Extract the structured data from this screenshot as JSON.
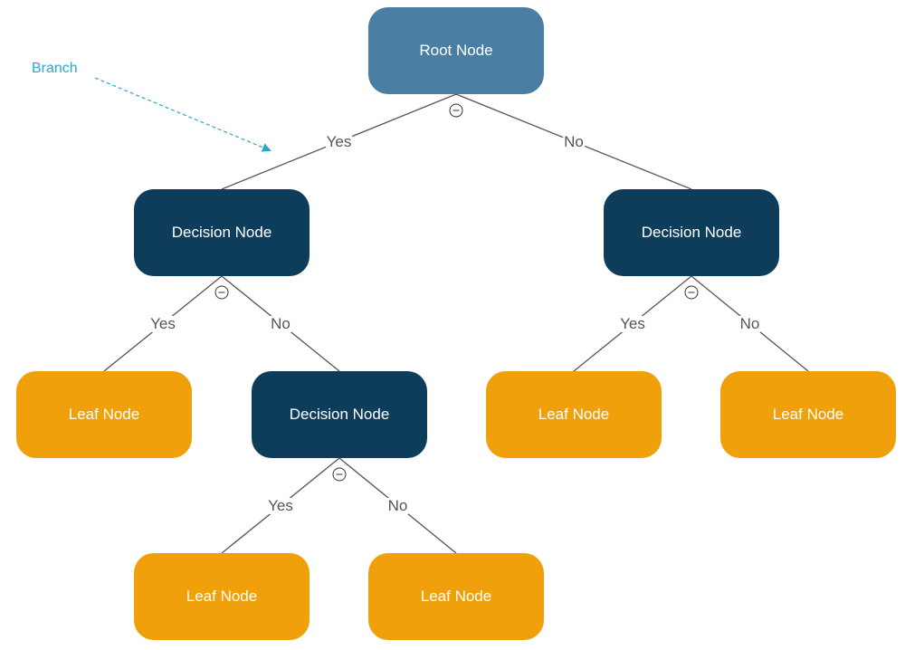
{
  "annotation": {
    "text": "Branch",
    "color": "#2aa8c9"
  },
  "colors": {
    "root": "#4a7fa3",
    "decision": "#0e3d5c",
    "leaf": "#f0a00b",
    "edge": "#555555",
    "node_text": "#ffffff"
  },
  "nodes": [
    {
      "id": "root",
      "label": "Root Node",
      "kind": "root"
    },
    {
      "id": "d1",
      "label": "Decision Node",
      "kind": "decision"
    },
    {
      "id": "d2",
      "label": "Decision Node",
      "kind": "decision"
    },
    {
      "id": "l1",
      "label": "Leaf Node",
      "kind": "leaf"
    },
    {
      "id": "d3",
      "label": "Decision Node",
      "kind": "decision"
    },
    {
      "id": "l2",
      "label": "Leaf Node",
      "kind": "leaf"
    },
    {
      "id": "l3",
      "label": "Leaf Node",
      "kind": "leaf"
    },
    {
      "id": "l4",
      "label": "Leaf Node",
      "kind": "leaf"
    },
    {
      "id": "l5",
      "label": "Leaf Node",
      "kind": "leaf"
    }
  ],
  "edges": [
    {
      "from": "root",
      "to": "d1",
      "label": "Yes"
    },
    {
      "from": "root",
      "to": "d2",
      "label": "No"
    },
    {
      "from": "d1",
      "to": "l1",
      "label": "Yes"
    },
    {
      "from": "d1",
      "to": "d3",
      "label": "No"
    },
    {
      "from": "d2",
      "to": "l2",
      "label": "Yes"
    },
    {
      "from": "d2",
      "to": "l3",
      "label": "No"
    },
    {
      "from": "d3",
      "to": "l4",
      "label": "Yes"
    },
    {
      "from": "d3",
      "to": "l5",
      "label": "No"
    }
  ]
}
